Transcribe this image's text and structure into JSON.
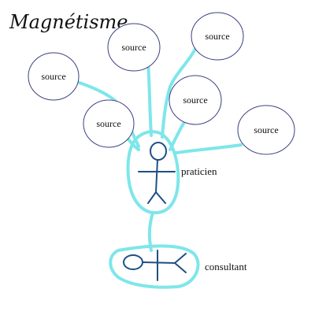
{
  "diagram": {
    "title": "Magnétisme",
    "sources": [
      {
        "label": "source"
      },
      {
        "label": "source"
      },
      {
        "label": "source"
      },
      {
        "label": "source"
      },
      {
        "label": "source"
      },
      {
        "label": "source"
      }
    ],
    "practitioner_label": "praticien",
    "client_label": "consultant"
  },
  "colors": {
    "connector": "#7ee6ea",
    "figure": "#1f4f86",
    "ellipse_stroke": "#3b3f82",
    "text": "#111111"
  }
}
